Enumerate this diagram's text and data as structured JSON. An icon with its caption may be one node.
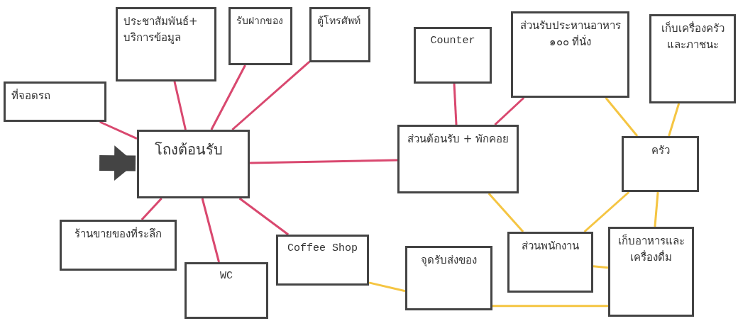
{
  "diagram": {
    "nodes": [
      {
        "text": [
          "ที่จอดรถ"
        ]
      },
      {
        "text": [
          "ประชาสัมพันธ์+ บริการข้อมูล"
        ]
      },
      {
        "text": [
          "รับฝากของ"
        ]
      },
      {
        "text": [
          "ตู้โทรศัพท์"
        ]
      },
      {
        "text": [
          "Counter"
        ]
      },
      {
        "text": [
          "ส่วนรับประหานอาหาร ๑๐๐ ที่นั่ง"
        ]
      },
      {
        "text": [
          "เก็บเครื่องครัว และภาชนะ"
        ]
      },
      {
        "text": [
          "โถงต้อนรับ"
        ]
      },
      {
        "text": [
          "ส่วนต้อนรับ + พักคอย"
        ]
      },
      {
        "text": [
          "ครัว"
        ]
      },
      {
        "text": [
          "ร้านขายของที่ระลึก"
        ]
      },
      {
        "text": [
          "Coffee Shop"
        ]
      },
      {
        "text": [
          "WC"
        ]
      },
      {
        "text": [
          "จุดรับส่งของ"
        ]
      },
      {
        "text": [
          "ส่วนพนักงาน"
        ]
      },
      {
        "text": [
          "เก็บอาหารและ เครื่องดื่ม"
        ]
      }
    ],
    "edges": [
      {
        "from": null,
        "to": 7,
        "arrow": "to",
        "style": "thick",
        "color": "#444444"
      },
      {
        "from": 0,
        "to": 7,
        "arrow": "none"
      },
      {
        "from": 1,
        "to": 7,
        "arrow": "none"
      },
      {
        "from": 2,
        "to": 7,
        "arrow": "none"
      },
      {
        "from": 3,
        "to": 7,
        "arrow": "none"
      },
      {
        "from": 7,
        "to": 8,
        "arrow": "none"
      },
      {
        "from": 7,
        "to": 10,
        "arrow": "none"
      },
      {
        "from": 7,
        "to": 12,
        "arrow": "none"
      },
      {
        "from": 7,
        "to": 11,
        "arrow": "none"
      },
      {
        "from": 4,
        "to": 8,
        "arrow": "none"
      },
      {
        "from": 5,
        "to": 8,
        "arrow": "none"
      },
      {
        "from": 5,
        "to": 9,
        "arrow": "none",
        "color": "#f5c542"
      },
      {
        "from": 6,
        "to": 9,
        "arrow": "none",
        "color": "#f5c542"
      },
      {
        "from": 8,
        "to": 14,
        "arrow": "none",
        "color": "#f5c542"
      },
      {
        "from": 9,
        "to": 14,
        "arrow": "none",
        "color": "#f5c542"
      },
      {
        "from": 9,
        "to": 15,
        "arrow": "none",
        "color": "#f5c542"
      },
      {
        "from": 14,
        "to": 15,
        "arrow": "none",
        "color": "#f5c542"
      },
      {
        "from": 11,
        "to": 13,
        "arrow": "none",
        "color": "#f5c542"
      },
      {
        "from": 13,
        "to": 15,
        "arrow": "none",
        "color": "#f5c542"
      }
    ]
  }
}
